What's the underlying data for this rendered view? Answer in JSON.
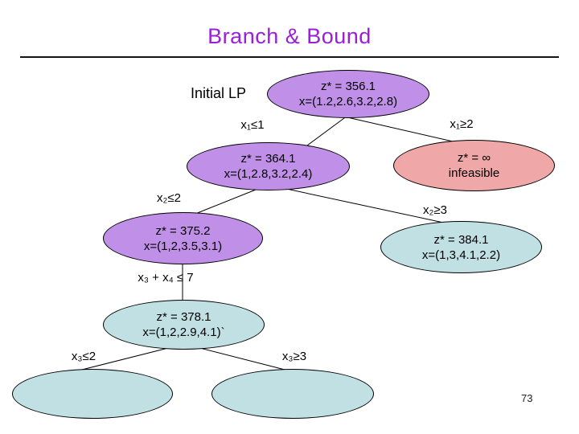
{
  "slide": {
    "title": "Branch & Bound",
    "page_number": "73"
  },
  "colors": {
    "title_text": "#9B1FD8",
    "node_purple": "#C08FE8",
    "node_salmon": "#EFA7A7",
    "node_blue": "#C1E0E4",
    "node_outline": "#000000"
  },
  "tree": {
    "root_annotation": "Initial LP",
    "nodes": [
      {
        "name": "initial-lp",
        "z": "z* = 356.1",
        "x": "x=(1.2,2.6,3.2,2.8)",
        "fill": "purple"
      },
      {
        "name": "node-364",
        "z": "z* = 364.1",
        "x": "x=(1,2.8,3.2,2.4)",
        "fill": "purple"
      },
      {
        "name": "node-infeasible",
        "z": "z* = ∞",
        "x": "infeasible",
        "fill": "salmon"
      },
      {
        "name": "node-375",
        "z": "z* = 375.2",
        "x": "x=(1,2,3.5,3.1)",
        "fill": "purple"
      },
      {
        "name": "node-384",
        "z": "z* = 384.1",
        "x": "x=(1,3,4.1,2.2)",
        "fill": "blue"
      },
      {
        "name": "node-378",
        "z": "z* = 378.1",
        "x": "x=(1,2,2.9,4.1)`",
        "fill": "blue"
      },
      {
        "name": "leaf-left",
        "z": "",
        "x": "",
        "fill": "blue"
      },
      {
        "name": "leaf-right",
        "z": "",
        "x": "",
        "fill": "blue"
      }
    ],
    "edge_labels": [
      {
        "text": "x₁≤1"
      },
      {
        "text": "x₁≥2"
      },
      {
        "text": "x₂≤2"
      },
      {
        "text": "x₂≥3"
      },
      {
        "text": "x₃ + x₄ ≤ 7"
      },
      {
        "text": "x₃≤2"
      },
      {
        "text": "x₃≥3"
      }
    ]
  }
}
